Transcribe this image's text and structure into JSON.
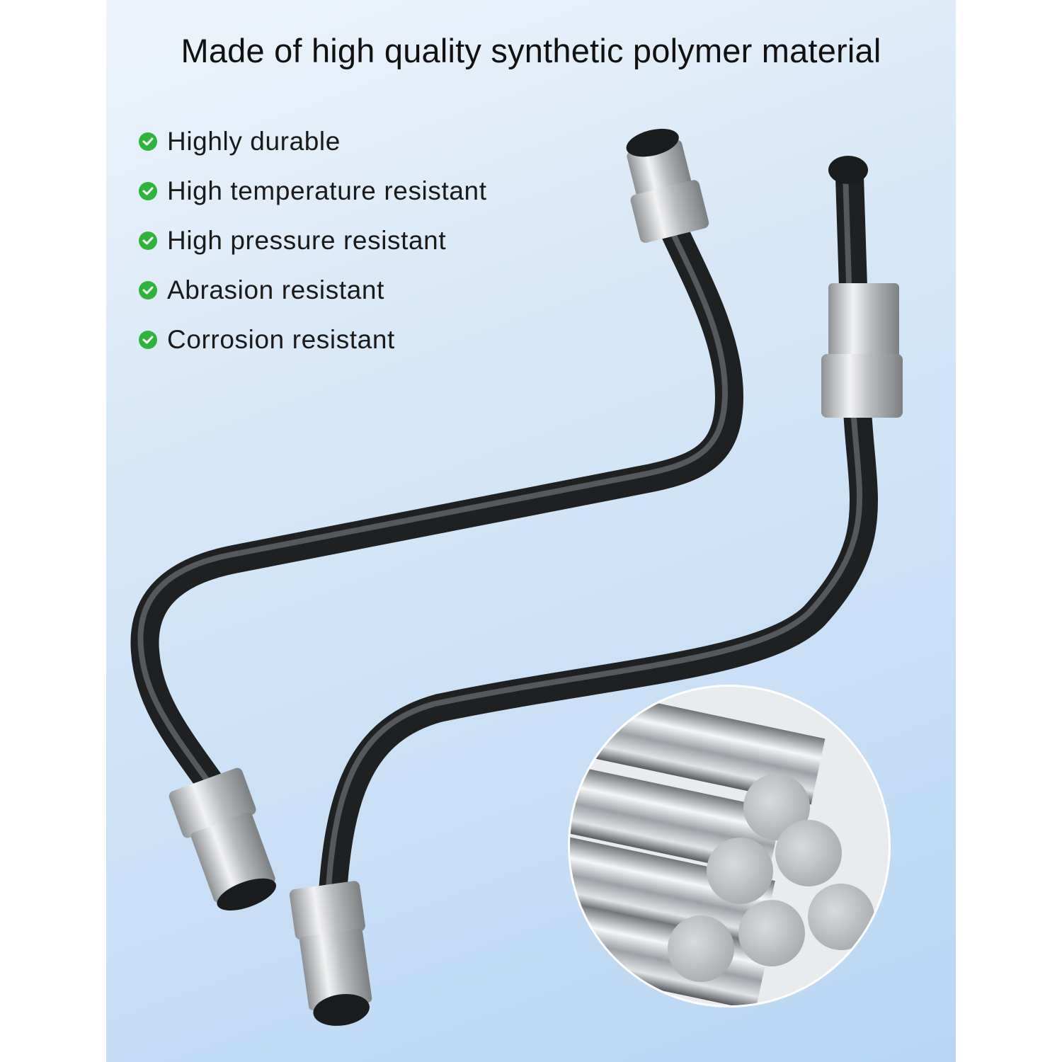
{
  "headline": "Made of high quality synthetic polymer material",
  "features": [
    {
      "label": "Highly durable",
      "icon": "check-circle-icon"
    },
    {
      "label": "High temperature resistant",
      "icon": "check-circle-icon"
    },
    {
      "label": "High pressure resistant",
      "icon": "check-circle-icon"
    },
    {
      "label": "Abrasion resistant",
      "icon": "check-circle-icon"
    },
    {
      "label": "Corrosion resistant",
      "icon": "check-circle-icon"
    }
  ],
  "colors": {
    "check": "#2fb33a",
    "tube": "#2b2c2e",
    "fitting": "#c8cacc",
    "background": "#d3e5f7"
  }
}
